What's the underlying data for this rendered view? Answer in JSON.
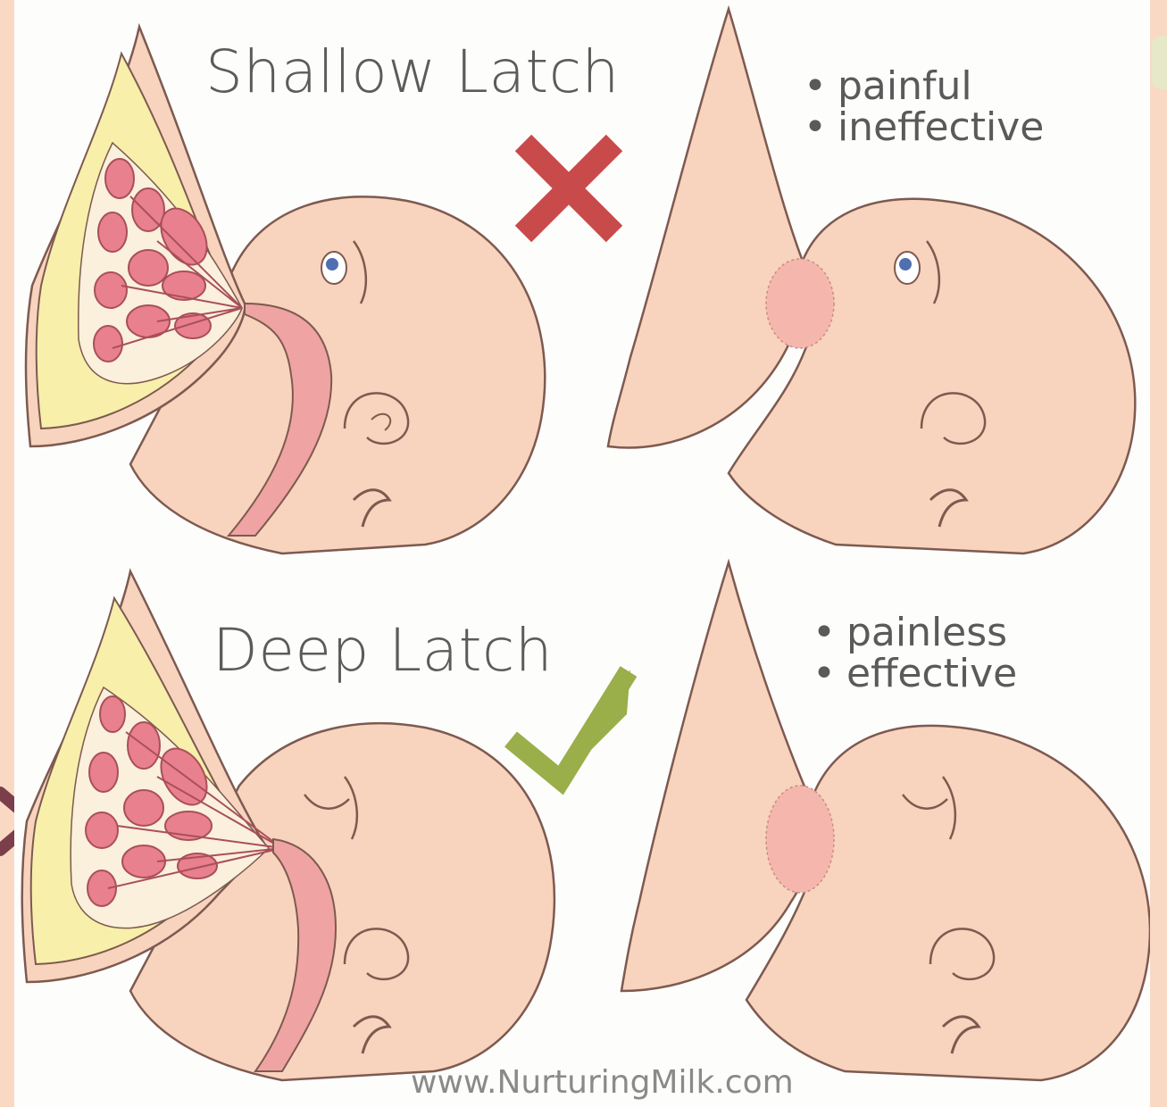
{
  "top": {
    "title": "Shallow Latch",
    "bullets": [
      "painful",
      "ineffective"
    ],
    "mark_color": "#c94a4a",
    "mark_icon": "cross-icon"
  },
  "bottom": {
    "title": "Deep Latch",
    "bullets": [
      "painless",
      "effective"
    ],
    "mark_color": "#9aae4a",
    "mark_icon": "checkmark-icon"
  },
  "footer": "www.NurturingMilk.com",
  "colors": {
    "background": "#f9d9c4",
    "skin": "#f8d3bd",
    "skin_outline": "#7d5a50",
    "fat": "#f7efaa",
    "gland": "#e9808d",
    "mouth": "#f0a3a3",
    "text": "#5b5b5b"
  },
  "left_arrow_icon": "chevron-right-icon"
}
